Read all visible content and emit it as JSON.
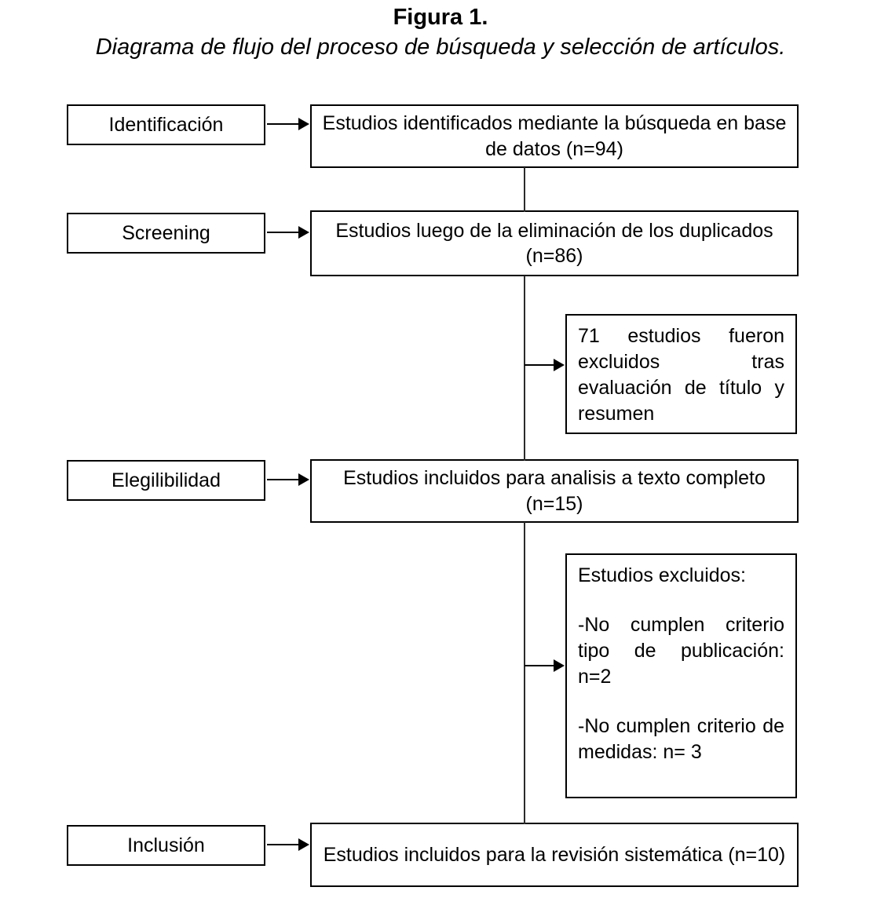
{
  "figure": {
    "title": "Figura 1.",
    "subtitle": "Diagrama de flujo del proceso de búsqueda y selección de artículos."
  },
  "colors": {
    "border": "#000000",
    "background": "#ffffff",
    "text": "#000000"
  },
  "stages": [
    {
      "label": "Identificación"
    },
    {
      "label": "Screening"
    },
    {
      "label": "Elegilibilidad"
    },
    {
      "label": "Inclusión"
    }
  ],
  "main_boxes": [
    {
      "text": "Estudios identificados mediante la búsqueda en base de datos (n=94)"
    },
    {
      "text": "Estudios luego de la eliminación de los duplicados (n=86)"
    },
    {
      "text": "Estudios incluidos para analisis a texto completo (n=15)"
    },
    {
      "text": "Estudios incluidos para la revisión sistemática (n=10)"
    }
  ],
  "side_boxes": [
    {
      "paragraphs": [
        "71 estudios fueron excluidos tras evaluación de título y resumen"
      ]
    },
    {
      "paragraphs": [
        "Estudios excluidos:",
        "-No cumplen criterio tipo de publicación: n=2",
        "-No cumplen criterio de medidas: n= 3"
      ]
    }
  ]
}
